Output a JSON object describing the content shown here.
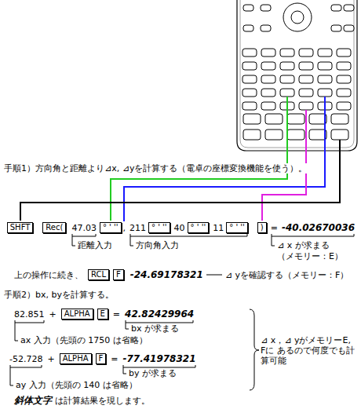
{
  "diagram": {
    "nodes": [
      {
        "text": [
          "SHFT"
        ]
      },
      {
        "text": [
          "Rec("
        ]
      },
      {
        "text": [
          "° ' ''"
        ]
      },
      {
        "text": [
          "° ' ''"
        ]
      },
      {
        "text": [
          "° ' ''"
        ]
      },
      {
        "text": [
          "° ' ''"
        ]
      },
      {
        "text": [
          ")"
        ]
      },
      {
        "text": [
          "RCL"
        ]
      },
      {
        "text": [
          "F"
        ]
      },
      {
        "text": [
          "ALPHA"
        ]
      },
      {
        "text": [
          "E"
        ]
      },
      {
        "text": [
          "ALPHA"
        ]
      },
      {
        "text": [
          "F"
        ]
      }
    ],
    "labels": [
      "手順1）方向角と距離より⊿x, ⊿yを計算する（電卓の座標変換機能を使う）。",
      "47.03",
      ",",
      "211",
      "40",
      "11",
      "=",
      "-40.02670036",
      "距離入力",
      "方向角入力",
      "⊿ x が求まる",
      "（メモリー：E）",
      "上の操作に続き、",
      "-24.69178321",
      "⊿ yを確認する（メモリー：F）",
      "手順2）bx, byを計算する。",
      "82.851",
      "+",
      "=",
      "42.82429964",
      "bx が求まる",
      "ax 入力（先頭の 1750 は省略）",
      "-52.728",
      "+",
      "=",
      "-77.41978321",
      "by が求まる",
      "ay 入力（先頭の 140 は省略）",
      "⊿ x，⊿ yがメモリーE, Fに あるので何度でも計算可能",
      "斜体文字",
      "は計算結果を現します。"
    ]
  }
}
